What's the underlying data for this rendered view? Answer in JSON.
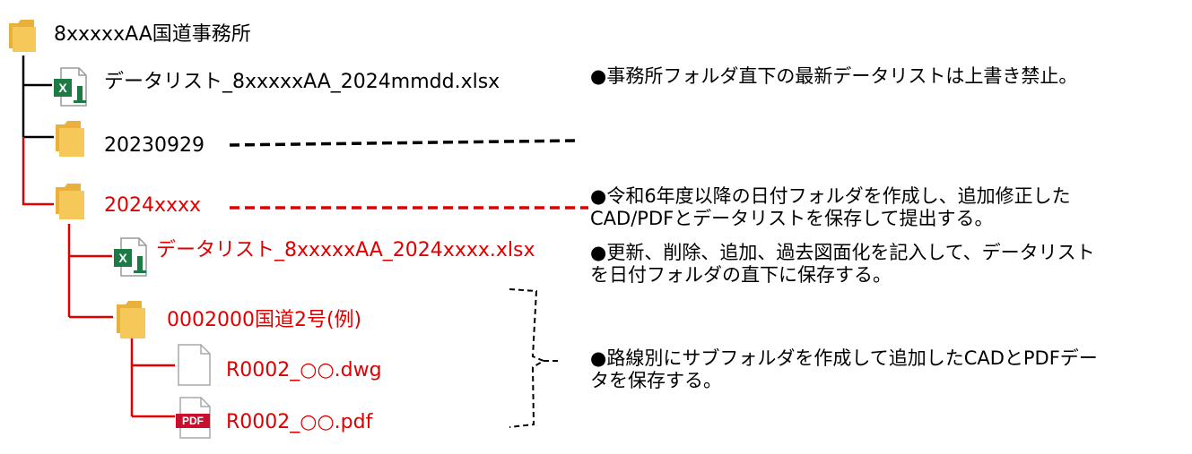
{
  "colors": {
    "black": "#000000",
    "red": "#e00000",
    "folder": "#f6c85a",
    "folder_back": "#e9b03c",
    "excel": "#1d7a45"
  },
  "tree": {
    "root": {
      "label": "8xxxxxAA国道事務所",
      "icon": "folder-icon"
    },
    "root_list": {
      "label": "データリスト_8xxxxxAA_2024mmdd.xlsx",
      "icon": "excel-file-icon"
    },
    "folder_2023": {
      "label": "20230929",
      "icon": "folder-icon"
    },
    "folder_2024": {
      "label": "2024xxxx",
      "icon": "folder-icon"
    },
    "list_2024": {
      "label": "データリスト_8xxxxxAA_2024xxxx.xlsx",
      "icon": "excel-file-icon"
    },
    "route_folder": {
      "label": "0002000国道2号(例)",
      "icon": "folder-icon"
    },
    "dwg_file": {
      "label": "R0002_○○.dwg",
      "icon": "blank-file-icon"
    },
    "pdf_file": {
      "label": "R0002_○○.pdf",
      "icon": "pdf-file-icon",
      "badge": "PDF"
    }
  },
  "notes": {
    "note1": {
      "line1": "●事務所フォルダ直下の最新データリストは上書き禁止。"
    },
    "note2": {
      "line1": "●令和6年度以降の日付フォルダを作成し、追加修正した",
      "line2": "CAD/PDFとデータリストを保存して提出する。"
    },
    "note3": {
      "line1": "●更新、削除、追加、過去図面化を記入して、データリスト",
      "line2": "を日付フォルダの直下に保存する。"
    },
    "note4": {
      "line1": "●路線別にサブフォルダを作成して追加したCADとPDFデー",
      "line2": "タを保存する。"
    }
  }
}
